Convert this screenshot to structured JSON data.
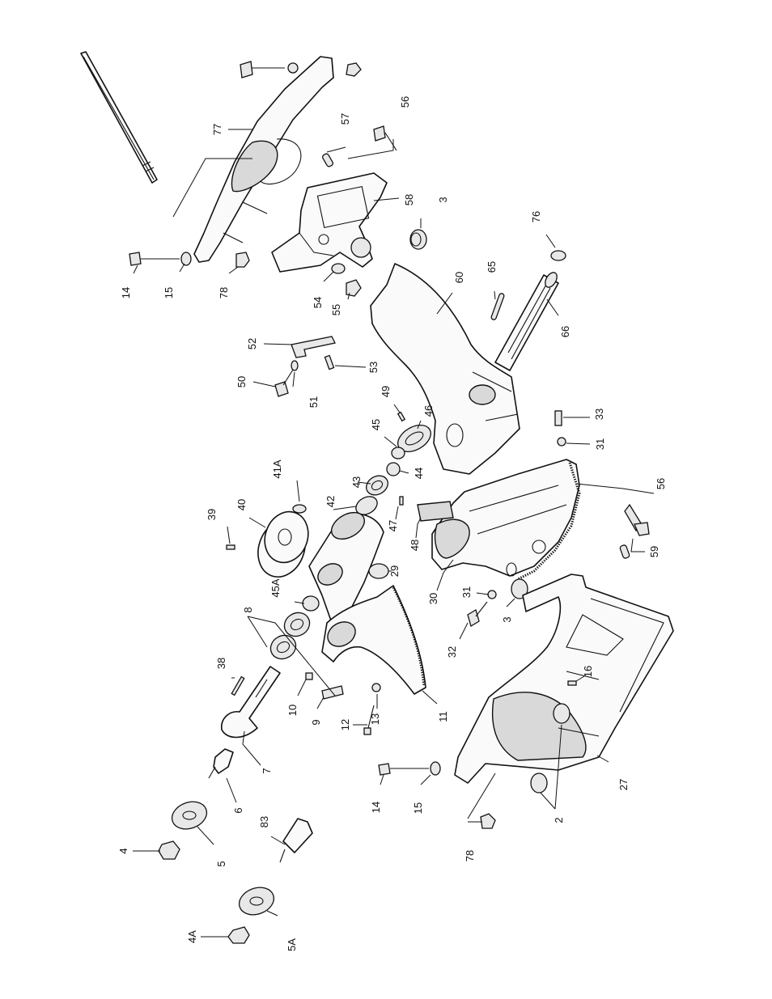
{
  "figure": {
    "callouts": {
      "p77": "77",
      "p57": "57",
      "p56a": "56",
      "p58": "58",
      "p3a": "3",
      "p14a": "14",
      "p15a": "15",
      "p78a": "78",
      "p54": "54",
      "p55": "55",
      "p60": "60",
      "p65": "65",
      "p76": "76",
      "p66": "66",
      "p52": "52",
      "p53": "53",
      "p50": "50",
      "p51": "51",
      "p49": "49",
      "p46": "46",
      "p45": "45",
      "p44": "44",
      "p33": "33",
      "p31a": "31",
      "p56b": "56",
      "p59": "59",
      "p41A": "41A",
      "p40": "40",
      "p39": "39",
      "p43": "43",
      "p42": "42",
      "p47": "47",
      "p48": "48",
      "p29": "29",
      "p30": "30",
      "p45A": "45A",
      "p8": "8",
      "p38": "38",
      "p10": "10",
      "p9": "9",
      "p12": "12",
      "p13": "13",
      "p11": "11",
      "p31b": "31",
      "p32": "32",
      "p3b": "3",
      "p16": "16",
      "p27": "27",
      "p7": "7",
      "p6": "6",
      "p4": "4",
      "p5": "5",
      "p14b": "14",
      "p15b": "15",
      "p78b": "78",
      "p2": "2",
      "p83": "83",
      "p4A": "4A",
      "p5A": "5A"
    }
  }
}
